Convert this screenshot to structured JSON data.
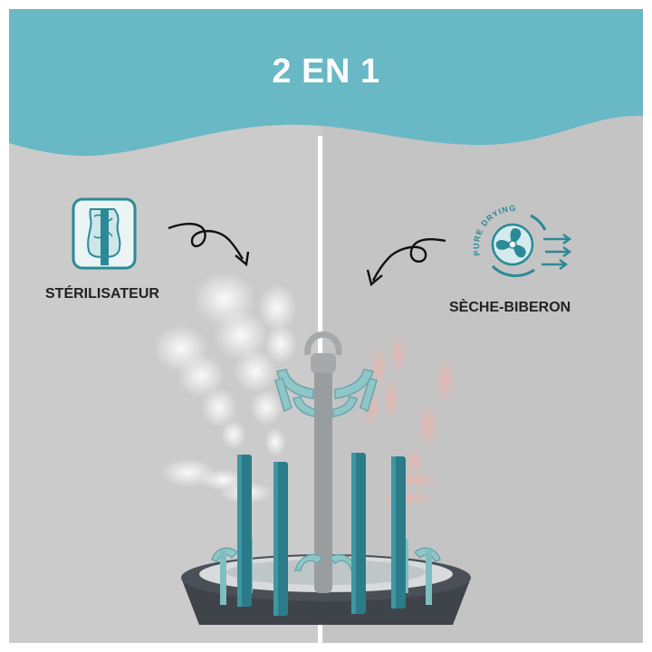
{
  "header": {
    "title": "2 EN 1"
  },
  "left_panel": {
    "label": "STÉRILISATEUR",
    "icon": "sterilizer-bottle-icon"
  },
  "right_panel": {
    "label": "SÈCHE-BIBERON",
    "icon": "pure-drying-fan-icon",
    "badge_text": "PURE DRYING"
  },
  "colors": {
    "teal": "#68b8c5",
    "dark_teal": "#2b7c88",
    "mint": "#8fc7c9",
    "gray_bg": "#c7c7c7",
    "base_dark": "#3d4248"
  }
}
